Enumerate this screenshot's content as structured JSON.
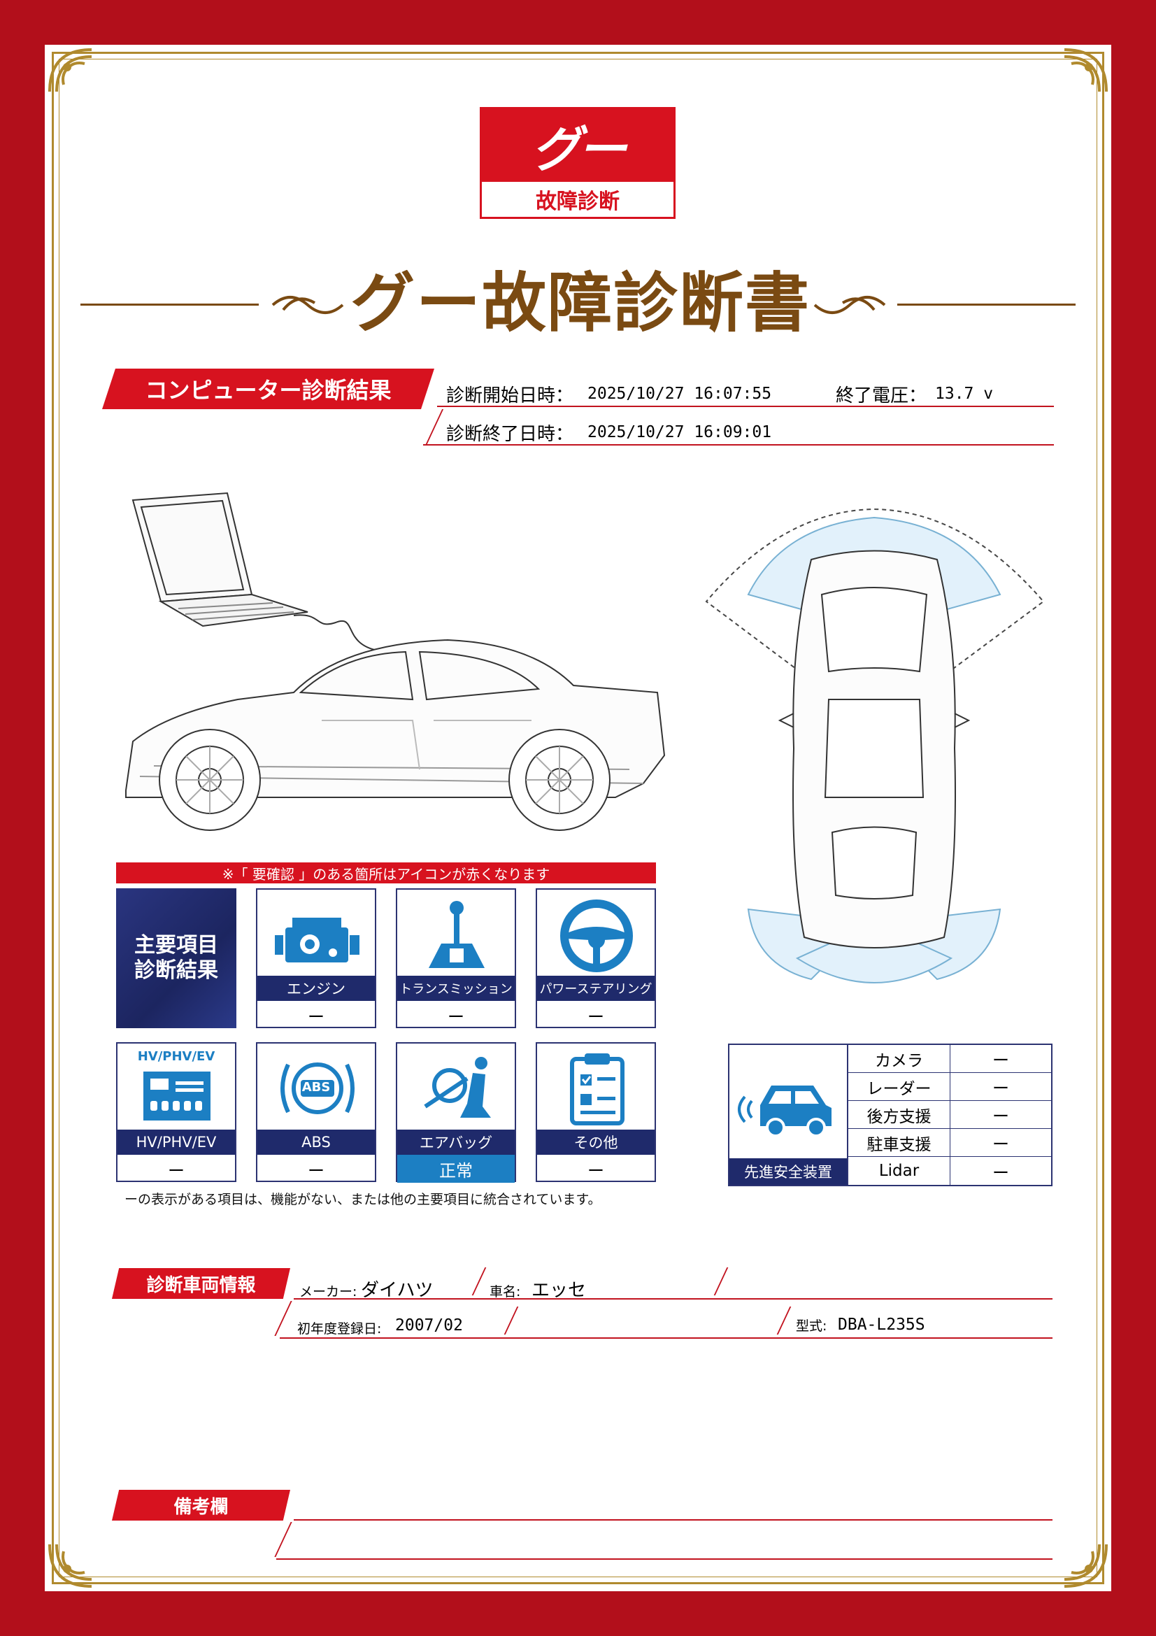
{
  "logo": {
    "mark": "グー",
    "caption": "故障診断"
  },
  "document_title": "グー故障診断書",
  "diagnosis": {
    "section_label": "コンピューター診断結果",
    "start_label": "診断開始日時：",
    "start_value": "2025/10/27 16:07:55",
    "voltage_label": "終了電圧：",
    "voltage_value": "13.7 v",
    "end_label": "診断終了日時：",
    "end_value": "2025/10/27 16:09:01"
  },
  "notice": "※「 要確認 」のある箇所はアイコンが赤くなります",
  "main_results": {
    "header": "主要項目\n診断結果",
    "items": [
      {
        "label": "エンジン",
        "value": "ー",
        "icon": "engine-icon"
      },
      {
        "label": "トランスミッション",
        "value": "ー",
        "icon": "gear-shift-icon"
      },
      {
        "label": "パワーステアリング",
        "value": "ー",
        "icon": "steering-wheel-icon"
      },
      {
        "label": "HV/PHV/EV",
        "value": "ー",
        "icon": "hybrid-battery-icon",
        "icon_text": "HV/PHV/EV"
      },
      {
        "label": "ABS",
        "value": "ー",
        "icon": "abs-icon",
        "icon_text": "ABS"
      },
      {
        "label": "エアバッグ",
        "value": "正常",
        "icon": "airbag-icon",
        "status": "ok"
      },
      {
        "label": "その他",
        "value": "ー",
        "icon": "clipboard-icon"
      }
    ],
    "footnote": "ーの表示がある項目は、機能がない、または他の主要項目に統合されています。"
  },
  "adas": {
    "label": "先進安全装置",
    "items": [
      {
        "name": "カメラ",
        "value": "ー"
      },
      {
        "name": "レーダー",
        "value": "ー"
      },
      {
        "name": "後方支援",
        "value": "ー"
      },
      {
        "name": "駐車支援",
        "value": "ー"
      },
      {
        "name": "Lidar",
        "value": "ー"
      }
    ]
  },
  "vehicle": {
    "section_label": "診断車両情報",
    "maker_label": "メーカー:",
    "maker_value": "ダイハツ",
    "model_label": "車名:",
    "model_value": "エッセ",
    "registration_label": "初年度登録日:",
    "registration_value": "2007/02",
    "type_label": "型式:",
    "type_value": "DBA-L235S"
  },
  "remarks": {
    "section_label": "備考欄"
  },
  "colors": {
    "brand_red": "#d7121f",
    "navy": "#1f2a6b",
    "gold": "#b08a2e",
    "title_brown": "#7a4a12",
    "ok_blue": "#1c7fc3"
  }
}
